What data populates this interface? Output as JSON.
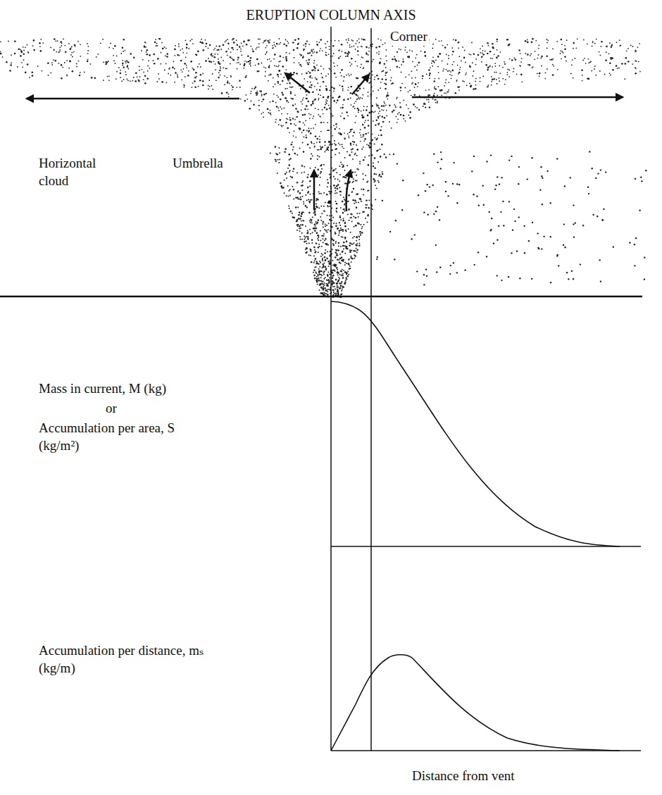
{
  "diagram": {
    "labels": [
      "ERUPTION COLUMN AXIS",
      "Corner",
      "Horizontal cloud",
      "Umbrella",
      "Mass in current, M (kg)",
      "or",
      "Accumulation per area, S (kg/m²)",
      "Accumulation per distance, mₛ (kg/m)",
      "Distance from vent"
    ]
  }
}
